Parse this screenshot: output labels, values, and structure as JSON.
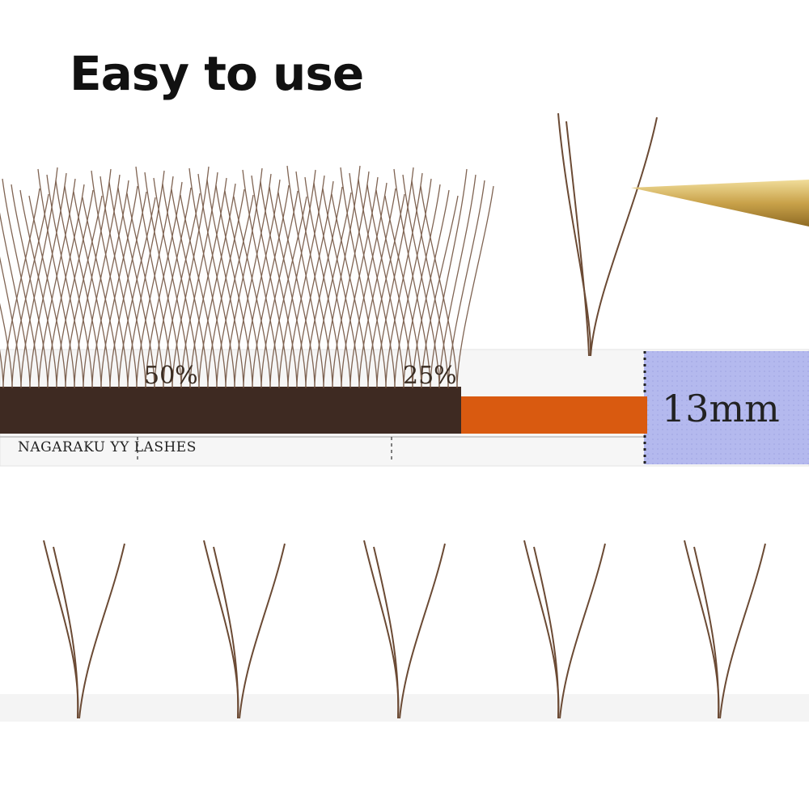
{
  "headline": "Easy to use",
  "strip": {
    "brand_label": "NAGARAKU YY LASHES",
    "percent_labels": [
      "50%",
      "25%"
    ],
    "length_label": "13mm"
  },
  "colors": {
    "lash_brown": "#5c4030",
    "lash_base": "#3e2a22",
    "strip_orange": "#d95a10",
    "length_tag_blue": "#b4b9ee",
    "tweezer_gold": "#c9a24a"
  },
  "single_fans_count": 5
}
